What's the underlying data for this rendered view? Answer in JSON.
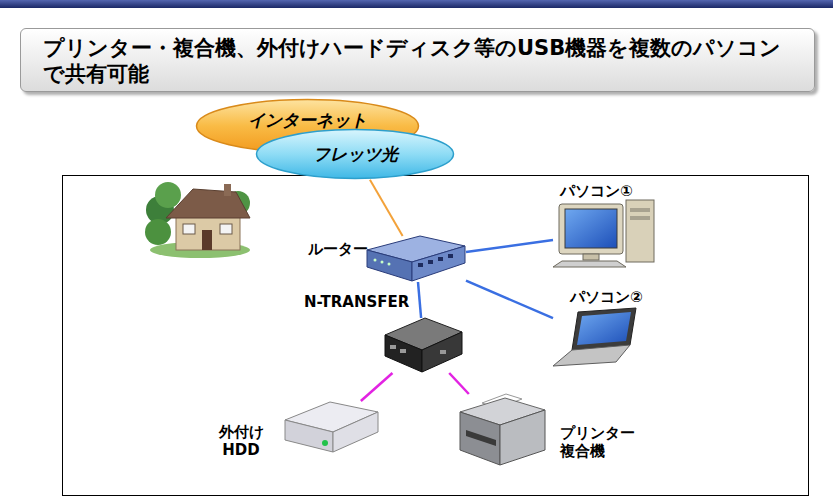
{
  "diagram": {
    "title": "プリンター・複合機、外付けハードディスク等のUSB機器を複数のパソコンで共有可能",
    "nodes": [
      {
        "text": [
          "インターネット"
        ]
      },
      {
        "text": [
          "フレッツ光"
        ]
      },
      {
        "text": [
          "ルーター"
        ]
      },
      {
        "text": [
          "パソコン①"
        ]
      },
      {
        "text": [
          "パソコン②"
        ]
      },
      {
        "text": [
          "N-TRANSFER"
        ]
      },
      {
        "text": [
          "外付け HDD"
        ]
      },
      {
        "text": [
          "プリンター 複合機"
        ]
      }
    ],
    "edges": [
      {
        "from": 1,
        "to": 2,
        "arrow": "none"
      },
      {
        "from": 2,
        "to": 3,
        "arrow": "none"
      },
      {
        "from": 2,
        "to": 4,
        "arrow": "none"
      },
      {
        "from": 2,
        "to": 5,
        "arrow": "none"
      },
      {
        "from": 5,
        "to": 6,
        "arrow": "none"
      },
      {
        "from": 5,
        "to": 7,
        "arrow": "none"
      }
    ]
  }
}
